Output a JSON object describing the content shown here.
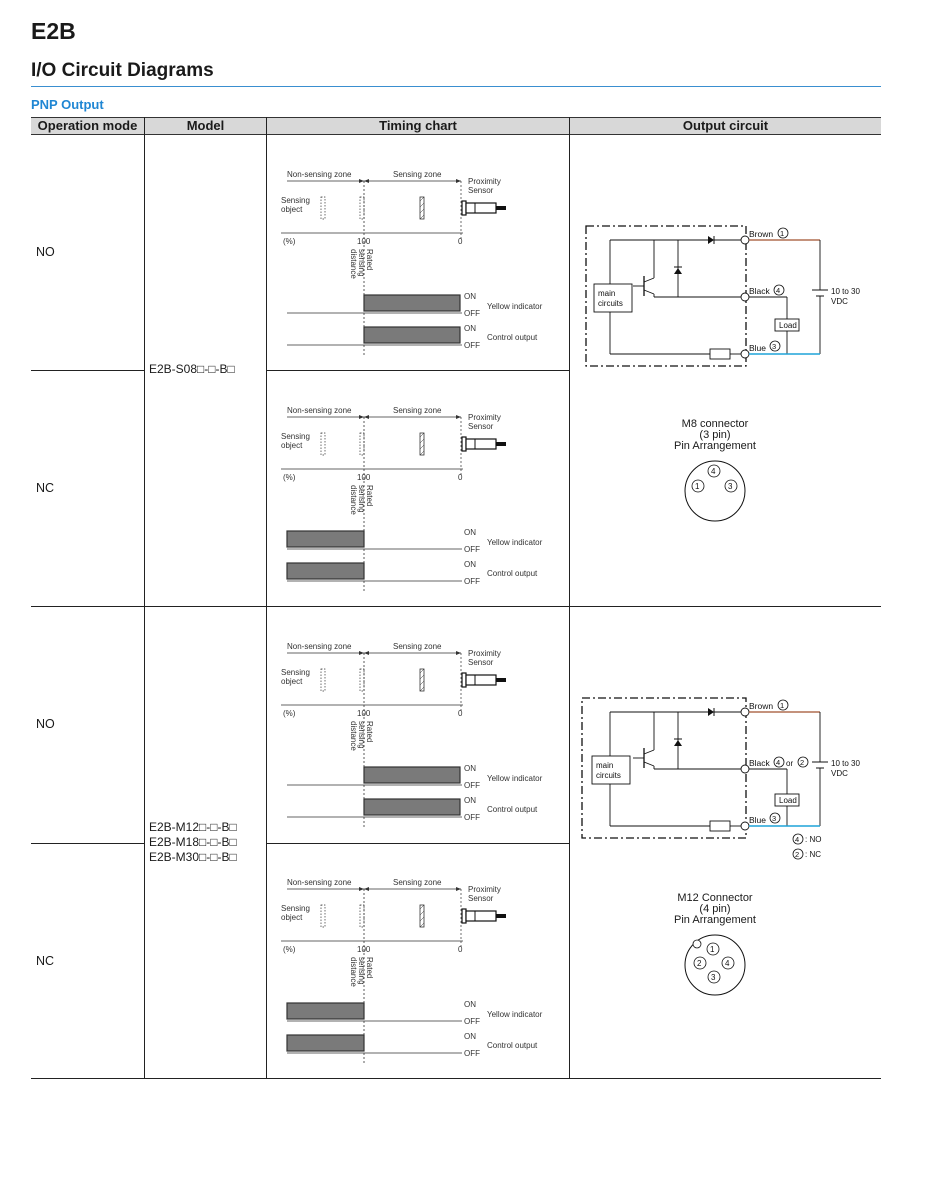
{
  "doc_title": "E2B",
  "section_title": "I/O Circuit Diagrams",
  "subsection": "PNP Output",
  "headers": [
    "Operation mode",
    "Model",
    "Timing chart",
    "Output circuit"
  ],
  "groups": [
    {
      "models": [
        "E2B-S08□-□-B□"
      ],
      "modes": [
        "NO",
        "NC"
      ]
    },
    {
      "models": [
        "E2B-M12□-□-B□",
        "E2B-M18□-□-B□",
        "E2B-M30□-□-B□"
      ],
      "modes": [
        "NO",
        "NC"
      ]
    }
  ],
  "timing": {
    "non_sensing": "Non-sensing zone",
    "sensing": "Sensing zone",
    "proximity": "Proximity",
    "sensor": "Sensor",
    "object1": "Sensing",
    "object2": "object",
    "pct": "(%)",
    "v100": "100",
    "v0": "0",
    "rated1": "Rated",
    "rated2": "sensing",
    "rated3": "distance",
    "on": "ON",
    "off": "OFF",
    "yellow": "Yellow indicator",
    "control": "Control output"
  },
  "circuit": {
    "brown": "Brown",
    "black": "Black",
    "blue": "Blue",
    "main1": "main",
    "main2": "circuits",
    "load": "Load",
    "v1": "10 to 30",
    "v2": "VDC",
    "n1": "1",
    "n2": "2",
    "n3": "3",
    "n4": "4",
    "or": "or",
    "no_lbl": ": NO",
    "nc_lbl": ": NC"
  },
  "connectors": [
    {
      "l1": "M8 connector",
      "l2": "(3 pin)",
      "l3": "Pin Arrangement"
    },
    {
      "l1": "M12 Connector",
      "l2": "(4 pin)",
      "l3": "Pin Arrangement"
    }
  ],
  "colors": {
    "accent": "#1f86d3",
    "brown": "#a0522d",
    "blue": "#1fa3d8",
    "bar": "#7a7a7a"
  }
}
